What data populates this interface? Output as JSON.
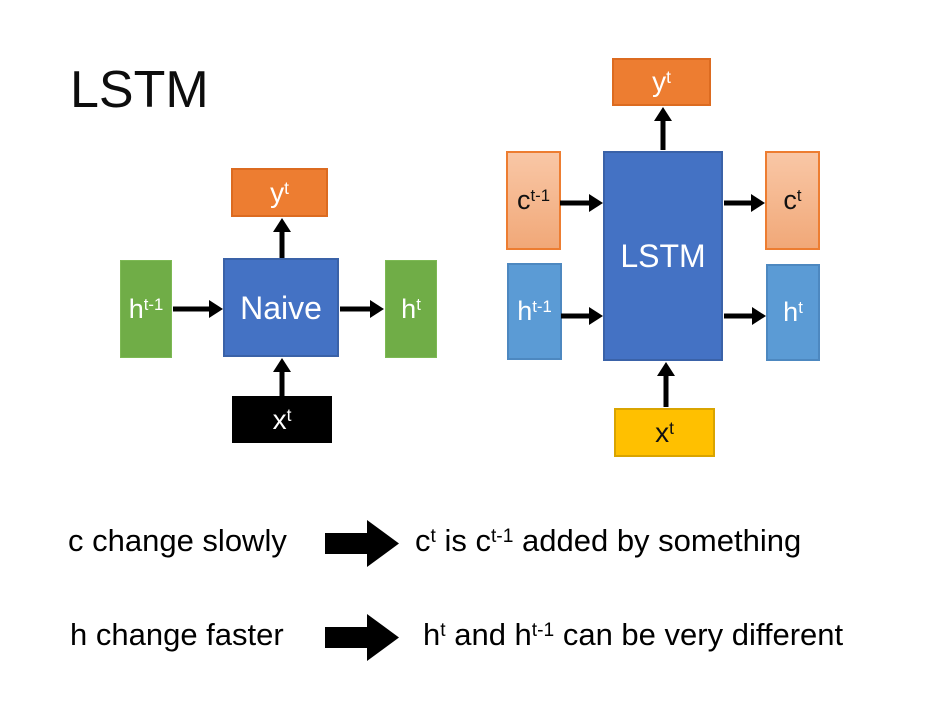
{
  "slide": {
    "title": "LSTM",
    "background": "#ffffff"
  },
  "palette": {
    "blue": "#4472C4",
    "orange": "#ED7D31",
    "green": "#70AD47",
    "salmon_fill": "#F5B791",
    "salmon_border": "#ED7D31",
    "light_blue": "#5B9BD5",
    "yellow": "#FFC000",
    "black": "#000000",
    "text": "#000000"
  },
  "naive_diagram": {
    "center_label": "Naive",
    "output_label": [
      {
        "t": "y"
      },
      {
        "t": "t",
        "sup": true
      }
    ],
    "hidden_prev_label": [
      {
        "t": "h"
      },
      {
        "t": "t-1",
        "sup": true
      }
    ],
    "hidden_next_label": [
      {
        "t": "h"
      },
      {
        "t": "t",
        "sup": true
      }
    ],
    "input_label": [
      {
        "t": "x"
      },
      {
        "t": "t",
        "sup": true
      }
    ]
  },
  "lstm_diagram": {
    "center_label": "LSTM",
    "output_label": [
      {
        "t": "y"
      },
      {
        "t": "t",
        "sup": true
      }
    ],
    "cell_prev_label": [
      {
        "t": "c"
      },
      {
        "t": "t-1",
        "sup": true
      }
    ],
    "cell_next_label": [
      {
        "t": "c"
      },
      {
        "t": "t",
        "sup": true
      }
    ],
    "hidden_prev_label": [
      {
        "t": "h"
      },
      {
        "t": "t-1",
        "sup": true
      }
    ],
    "hidden_next_label": [
      {
        "t": "h"
      },
      {
        "t": "t",
        "sup": true
      }
    ],
    "input_label": [
      {
        "t": "x"
      },
      {
        "t": "t",
        "sup": true
      }
    ]
  },
  "notes": [
    {
      "label": "c change slowly",
      "text": [
        {
          "t": "c"
        },
        {
          "t": "t",
          "sup": true
        },
        {
          "t": " is c"
        },
        {
          "t": "t-1",
          "sup": true
        },
        {
          "t": " added by something"
        }
      ]
    },
    {
      "label": "h change faster",
      "text": [
        {
          "t": "h"
        },
        {
          "t": "t",
          "sup": true
        },
        {
          "t": " and h"
        },
        {
          "t": "t-1",
          "sup": true
        },
        {
          "t": " can be very different"
        }
      ]
    }
  ]
}
